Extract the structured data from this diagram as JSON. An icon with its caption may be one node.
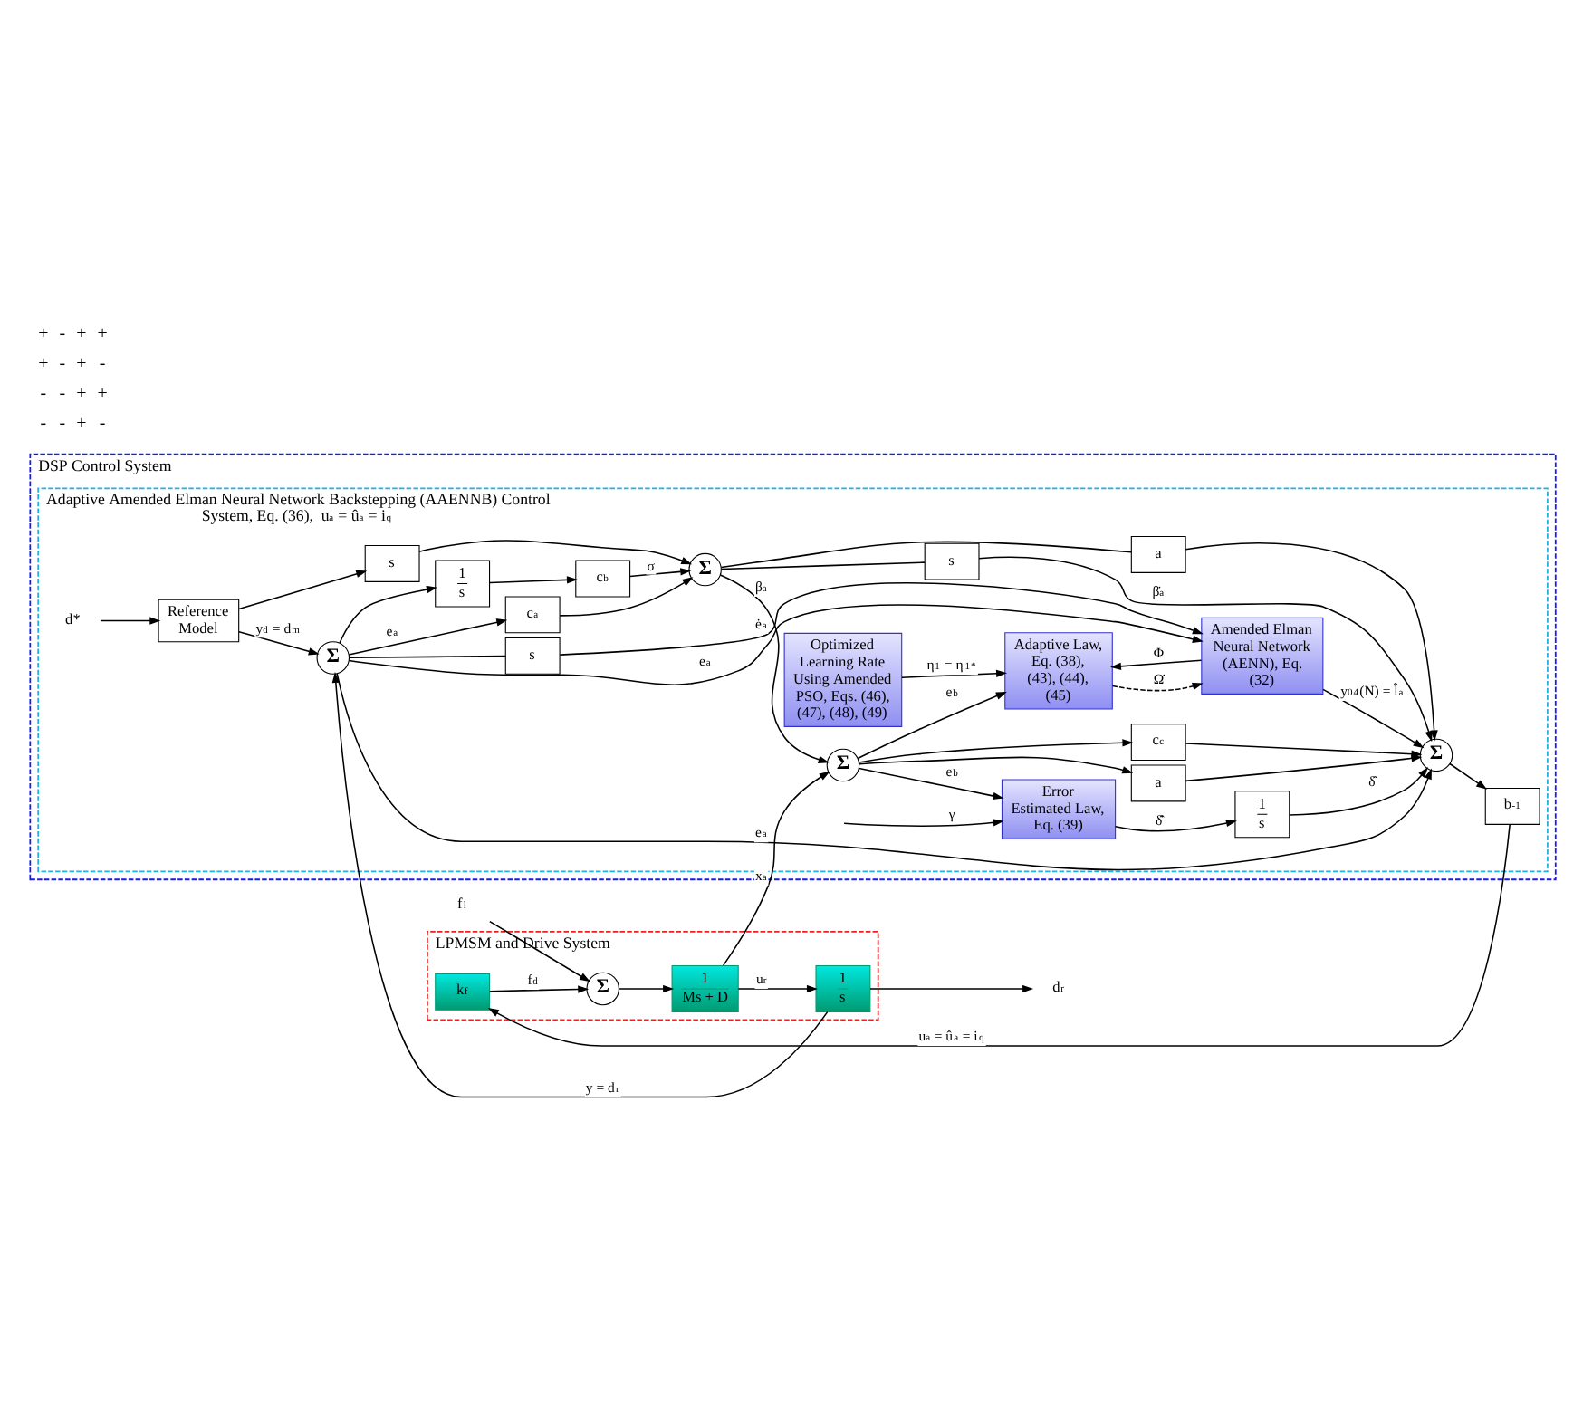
{
  "diagram": {
    "nodes": [
      {
        "text": [
          "DSP Control System"
        ]
      },
      {
        "text": [
          "Adaptive Amended Elman Neural Network Backstepping (AAENNB) Control System, Eq. (36),  u$_{a}$ = û$_{a}$ = i$_{q}$"
        ],
        "in": 0
      },
      {
        "text": [
          "LPMSM and Drive System"
        ]
      },
      {
        "text": [
          "Reference Model"
        ],
        "in": 1
      },
      {
        "text": [
          "d*"
        ],
        "in": 1
      },
      {
        "text": [
          "Σ"
        ],
        "in": 1
      },
      {
        "text": [
          "s"
        ],
        "in": 1
      },
      {
        "text": [
          "1",
          "s"
        ],
        "in": 1
      },
      {
        "text": [
          "c$_{b}$"
        ],
        "in": 1
      },
      {
        "text": [
          "c$_{a}$"
        ],
        "in": 1
      },
      {
        "text": [
          "Σ"
        ],
        "in": 1
      },
      {
        "text": [
          "Σ"
        ],
        "in": 1
      },
      {
        "text": [
          "s"
        ],
        "in": 1
      },
      {
        "text": [
          "a"
        ],
        "in": 1
      },
      {
        "text": [
          "Error Estimated Law, Eq. (39)"
        ],
        "in": 1
      },
      {
        "text": [
          "1",
          "s"
        ],
        "in": 1
      },
      {
        "text": [
          "a"
        ],
        "in": 1
      },
      {
        "text": [
          "c$_{c}$"
        ],
        "in": 1
      },
      {
        "text": [
          "Σ"
        ],
        "in": 1
      },
      {
        "text": [
          "b$^{-1}$"
        ],
        "in": 1
      },
      {
        "text": [
          "Adaptive Law, Eq. (38), (43), (44), (45)"
        ],
        "in": 1
      },
      {
        "text": [
          "Amended Elman Neural Network (AENN), Eq. (32)"
        ],
        "in": 1
      },
      {
        "text": [
          "s"
        ],
        "in": 1
      },
      {
        "text": [
          "Optimized Learning Rate Using Amended PSO, Eqs. (46), (47), (48), (49)"
        ],
        "in": 1
      },
      {
        "text": [
          "k$_{f}$"
        ],
        "in": 2
      },
      {
        "text": [
          "Σ"
        ],
        "in": 2
      },
      {
        "text": [
          "1",
          "Ms + D"
        ],
        "in": 2
      },
      {
        "text": [
          "1",
          "s"
        ],
        "in": 2
      },
      {
        "text": [
          "f$_{l}$"
        ]
      },
      {
        "text": [
          "d$_{r}$"
        ]
      }
    ],
    "edges": [
      {
        "from": 4,
        "to": 3,
        "arrow": "to"
      },
      {
        "from": 3,
        "to": 5,
        "arrow": "to",
        "label": "y$_{d}$ = d$_{m}$"
      },
      {
        "from": 3,
        "to": 6,
        "arrow": "to"
      },
      {
        "from": 27,
        "to": 5,
        "arrow": "to",
        "label": "y = d$_{r}$"
      },
      {
        "from": 27,
        "to": 29,
        "arrow": "to"
      },
      {
        "from": 5,
        "to": 9,
        "arrow": "to",
        "label": "e$_{a}$"
      },
      {
        "from": 5,
        "to": 7,
        "arrow": "to"
      },
      {
        "from": 7,
        "to": 8,
        "arrow": "to"
      },
      {
        "from": 8,
        "to": 10,
        "arrow": "to",
        "label": "σ"
      },
      {
        "from": 6,
        "to": 10,
        "arrow": "to"
      },
      {
        "from": 9,
        "to": 10,
        "arrow": "to"
      },
      {
        "from": 10,
        "to": 11,
        "arrow": "to",
        "label": "β$_{a}$"
      },
      {
        "from": 10,
        "to": 12,
        "arrow": "none"
      },
      {
        "from": 10,
        "to": 13,
        "arrow": "none"
      },
      {
        "from": 12,
        "to": 18,
        "arrow": "to",
        "label": "β̇$_{a}$"
      },
      {
        "from": 13,
        "to": 18,
        "arrow": "to"
      },
      {
        "from": 5,
        "to": 18,
        "arrow": "to",
        "label": "e$_{a}$"
      },
      {
        "from": 14,
        "to": 15,
        "arrow": "to",
        "label": "δ̂̇"
      },
      {
        "from": 15,
        "to": 18,
        "arrow": "to",
        "label": "δ̂"
      },
      {
        "from": null,
        "to": 14,
        "arrow": "to",
        "label": "γ"
      },
      {
        "from": 11,
        "to": 14,
        "arrow": "to",
        "label": "e$_{b}$"
      },
      {
        "from": 11,
        "to": 16,
        "arrow": "to"
      },
      {
        "from": 16,
        "to": 18,
        "arrow": "to"
      },
      {
        "from": 11,
        "to": 17,
        "arrow": "to"
      },
      {
        "from": 17,
        "to": 18,
        "arrow": "to"
      },
      {
        "from": 11,
        "to": 20,
        "arrow": "to",
        "label": "e$_{b}$"
      },
      {
        "from": 21,
        "to": 18,
        "arrow": "to",
        "label": "y$_{0}$$^{4}$(N) = l̂$_{a}$"
      },
      {
        "from": 26,
        "to": 11,
        "arrow": "to",
        "label": "x$_{a}$"
      },
      {
        "from": 18,
        "to": 19,
        "arrow": "to"
      },
      {
        "from": 19,
        "to": 24,
        "arrow": "to",
        "label": "u$_{a}$ = û$_{a}$ = i$_{q}$"
      },
      {
        "from": 24,
        "to": 25,
        "arrow": "to",
        "label": "f$_{d}$"
      },
      {
        "from": 28,
        "to": 25,
        "arrow": "to"
      },
      {
        "from": 25,
        "to": 26,
        "arrow": "to"
      },
      {
        "from": 26,
        "to": 27,
        "arrow": "to",
        "label": "u$_{r}$"
      },
      {
        "from": 23,
        "to": 20,
        "arrow": "to",
        "label": "η$_{1}$ = η$_{1}$$^{*}$"
      },
      {
        "from": 21,
        "to": 20,
        "arrow": "to",
        "label": "Φ"
      },
      {
        "from": 20,
        "to": 21,
        "arrow": "to",
        "style": "dashed",
        "label": "Ω̇"
      },
      {
        "from": 5,
        "to": 21,
        "arrow": "to",
        "label": "e$_{a}$"
      },
      {
        "from": 5,
        "to": 22,
        "arrow": "none"
      },
      {
        "from": 22,
        "to": 21,
        "arrow": "to",
        "label": "ė$_{a}$"
      }
    ],
    "labels": [
      "+",
      "-",
      "+",
      "+",
      "+",
      "-",
      "+",
      "-",
      "-",
      "-",
      "+",
      "+",
      "-",
      "-",
      "+",
      "-"
    ]
  }
}
